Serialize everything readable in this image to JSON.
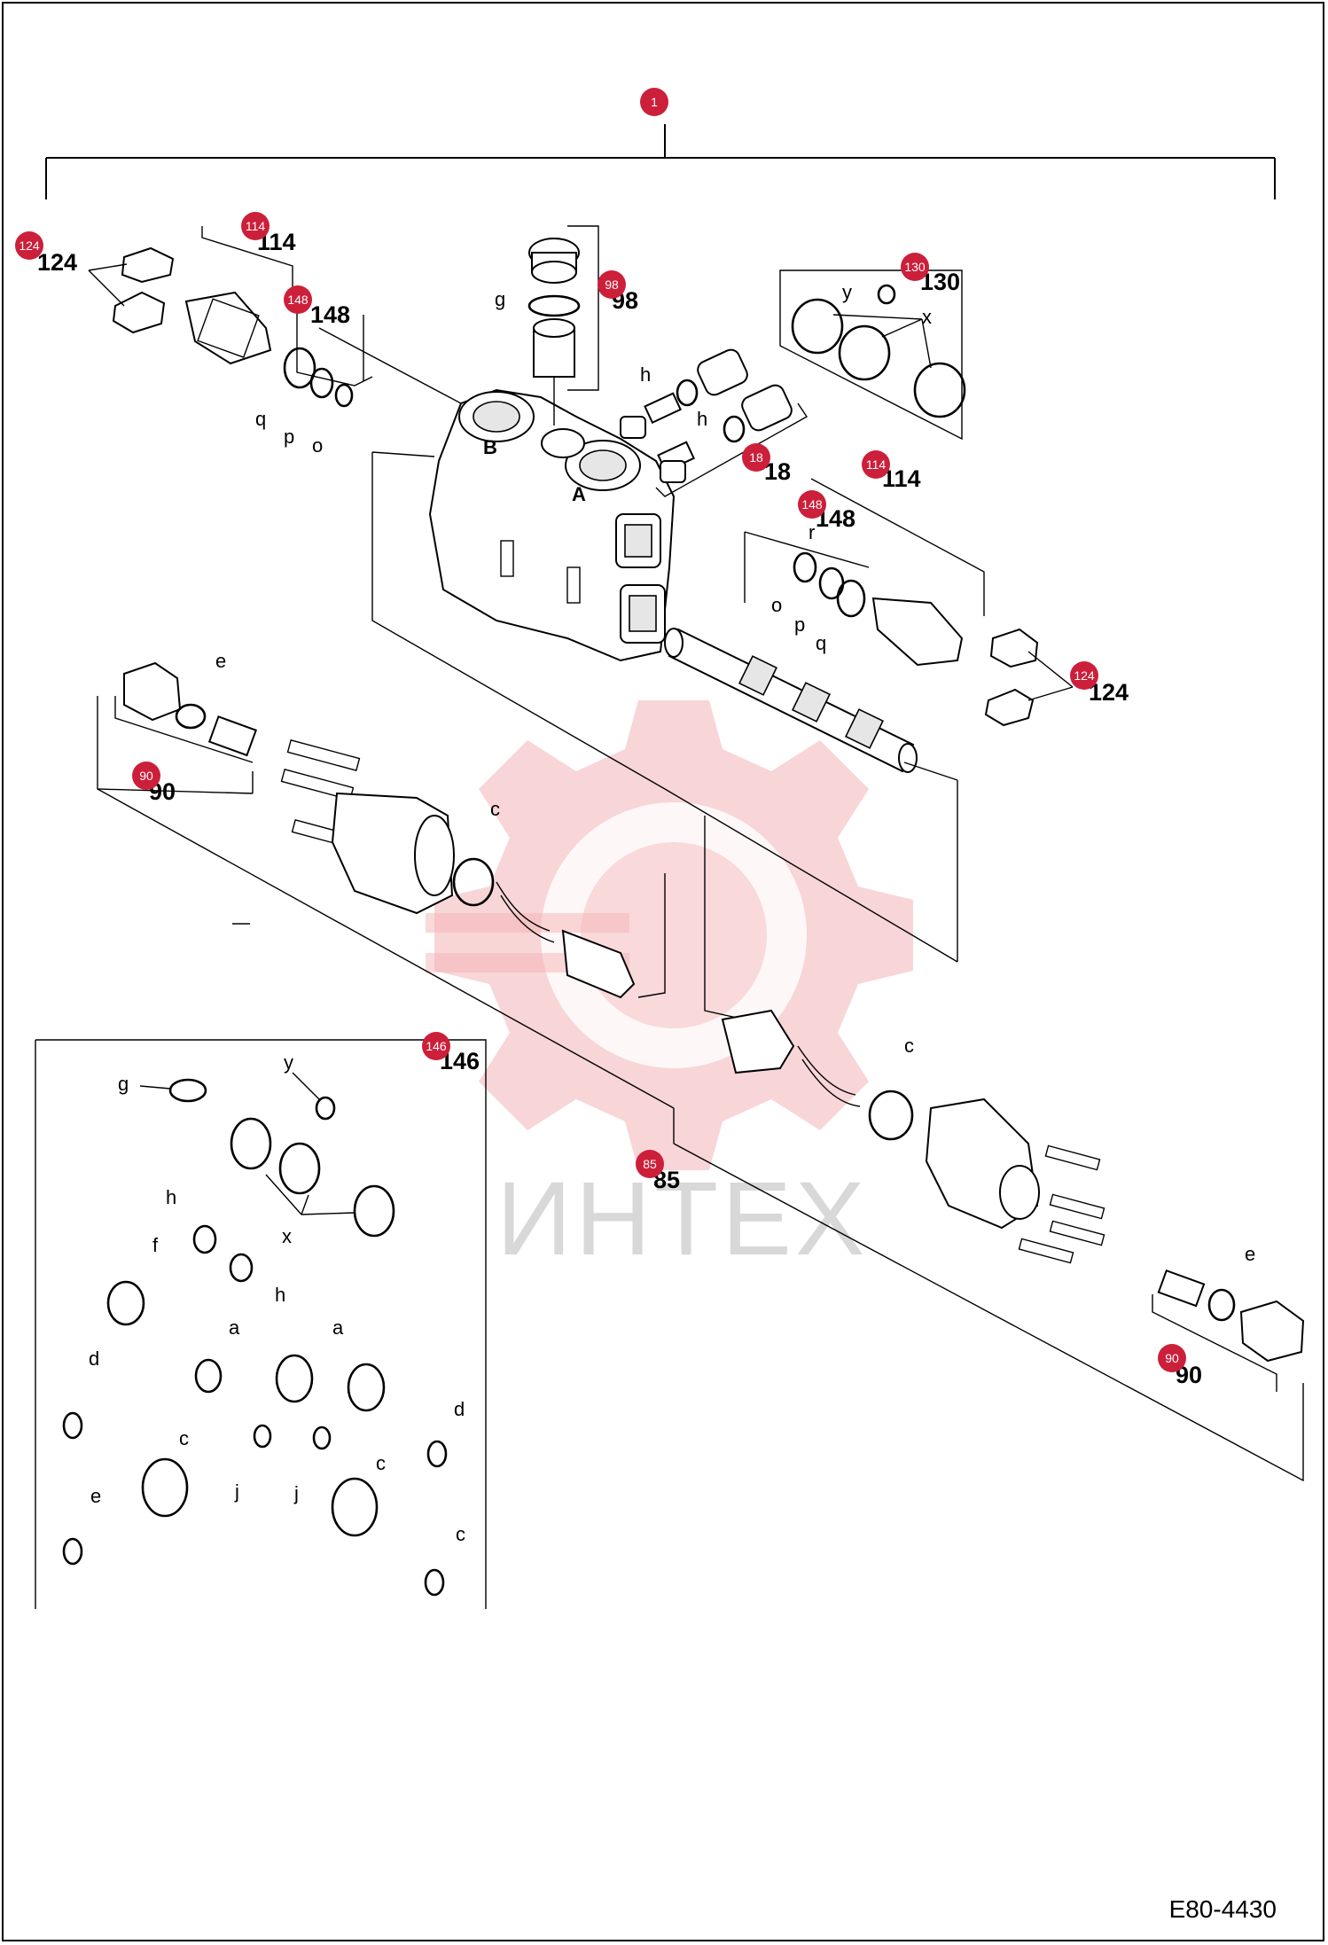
{
  "diagram": {
    "code": "E80-4430",
    "watermark_text": "ИНТЕХ",
    "callouts": [
      "1",
      "124",
      "114",
      "148",
      "98",
      "130",
      "18",
      "114",
      "148",
      "124",
      "90",
      "85",
      "146",
      "90"
    ],
    "number_labels": [
      "124",
      "114",
      "148",
      "98",
      "130",
      "18",
      "114",
      "148",
      "124",
      "90",
      "146",
      "85",
      "90"
    ],
    "seal_letters": {
      "top_left": [
        "q",
        "p",
        "o"
      ],
      "top_center": [
        "g"
      ],
      "top_right": [
        "y",
        "x"
      ],
      "check_valves": [
        "h",
        "h"
      ],
      "right_mid": [
        "r",
        "o",
        "p",
        "q"
      ],
      "spool": [
        "e",
        "c",
        "c",
        "e"
      ],
      "kit": [
        "g",
        "y",
        "x",
        "h",
        "h",
        "f",
        "a",
        "a",
        "d",
        "d",
        "c",
        "c",
        "j",
        "j",
        "e",
        "c"
      ]
    }
  }
}
